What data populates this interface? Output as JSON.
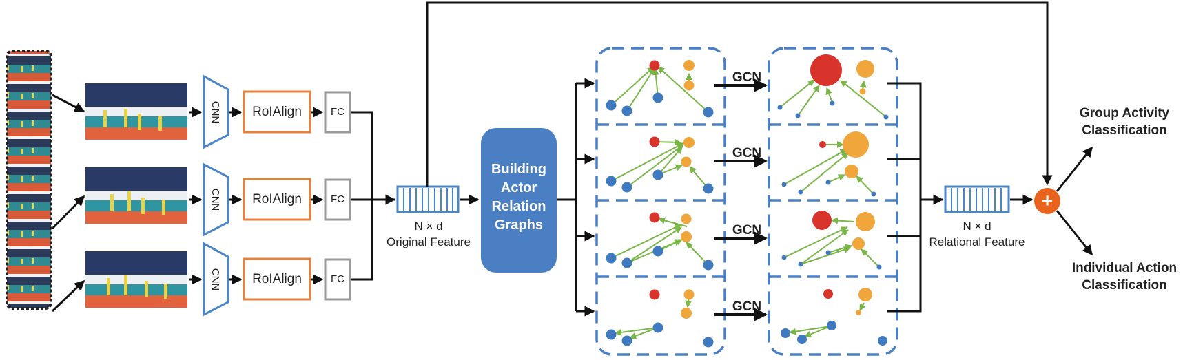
{
  "pipeline": {
    "cnn_labels": [
      "CNN",
      "CNN",
      "CNN"
    ],
    "roialign_labels": [
      "RoIAlign",
      "RoIAlign",
      "RoIAlign"
    ],
    "fc_labels": [
      "FC",
      "FC",
      "FC"
    ]
  },
  "original_feature": {
    "dims": "N × d",
    "caption": "Original Feature"
  },
  "builder": {
    "line1": "Building",
    "line2": "Actor",
    "line3": "Relation",
    "line4": "Graphs"
  },
  "gcn_labels": [
    "GCN",
    "GCN",
    "GCN",
    "GCN"
  ],
  "relational_feature": {
    "dims": "N × d",
    "caption": "Relational Feature"
  },
  "fusion": {
    "symbol": "+"
  },
  "outputs": {
    "group_line1": "Group Activity",
    "group_line2": "Classification",
    "individual_line1": "Individual Action",
    "individual_line2": "Classification"
  },
  "colors": {
    "arrow": "#111111",
    "cnn": "#4a86c8",
    "roialign": "#e8823a",
    "fc": "#9a9a9a",
    "builder": "#4a7fc4",
    "dashed_box": "#4a7fc4",
    "edge": "#7ab648",
    "node_blue": "#3f7ac0",
    "node_red": "#d9342b",
    "node_orange": "#f0a63a",
    "plus": "#e8641e"
  }
}
